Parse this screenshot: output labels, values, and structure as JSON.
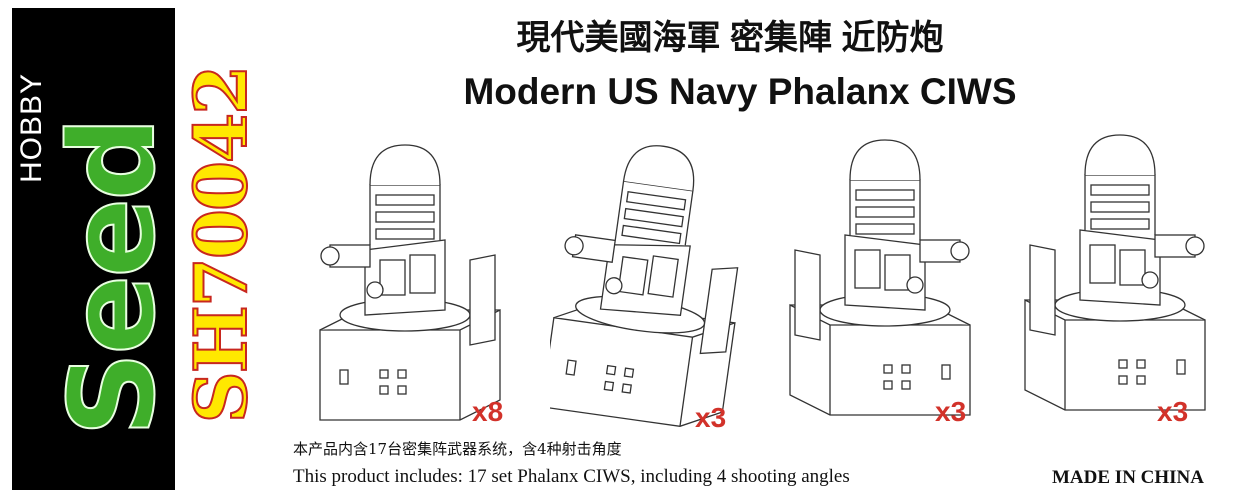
{
  "brand": {
    "hobby": "HOBBY",
    "name": "Seed",
    "product_code": "SH70042"
  },
  "title": {
    "chinese": "現代美國海軍 密集陣 近防炮",
    "english": "Modern US Navy Phalanx CIWS"
  },
  "variants": [
    {
      "count": "x8"
    },
    {
      "count": "x3"
    },
    {
      "count": "x3"
    },
    {
      "count": "x3"
    }
  ],
  "footer": {
    "note_chinese": "本产品内含17台密集阵武器系统，含4种射击角度",
    "note_english": "This product includes: 17 set Phalanx CIWS, including 4 shooting angles",
    "origin": "MADE IN CHINA"
  },
  "colors": {
    "logo_green": "#3fae2a",
    "code_yellow": "#ffe800",
    "code_red": "#c8271f",
    "count_red": "#d2322a"
  }
}
